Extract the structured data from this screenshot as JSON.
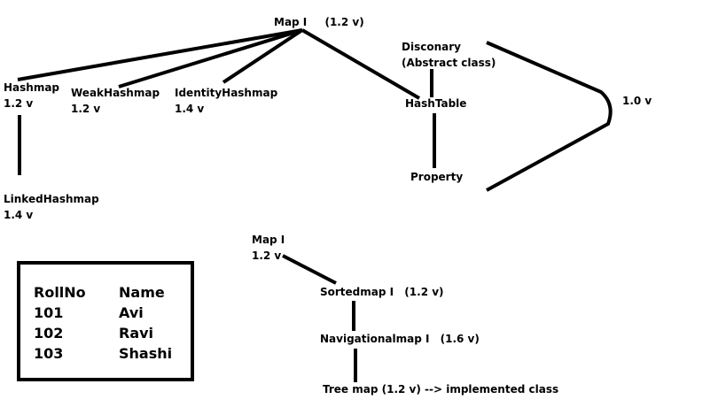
{
  "diagram_top": {
    "root": {
      "name": "Map I",
      "version": "(1.2 v)"
    },
    "hashmap": {
      "name": "Hashmap",
      "version": "1.2 v"
    },
    "weakhashmap": {
      "name": "WeakHashmap",
      "version": "1.2 v"
    },
    "identityhashmap": {
      "name": "IdentityHashmap",
      "version": "1.4 v"
    },
    "linkedhashmap": {
      "name": "LinkedHashmap",
      "version": "1.4 v"
    },
    "dictionary": {
      "name": "Disconary",
      "note": "(Abstract class)"
    },
    "hashtable": {
      "name": "HashTable"
    },
    "property": {
      "name": "Property"
    },
    "legacy_version": "1.0 v"
  },
  "diagram_bottom": {
    "root": {
      "name": "Map I",
      "version": "1.2 v"
    },
    "sortedmap": {
      "name": "Sortedmap I",
      "version": "(1.2 v)"
    },
    "navigationalmap": {
      "name": "Navigationalmap I",
      "version": "(1.6 v)"
    },
    "treemap": {
      "name": "Tree map (1.2 v) --> implemented class"
    }
  },
  "table": {
    "headers": [
      "RollNo",
      "Name"
    ],
    "rows": [
      [
        "101",
        "Avi"
      ],
      [
        "102",
        "Ravi"
      ],
      [
        "103",
        "Shashi"
      ]
    ]
  }
}
